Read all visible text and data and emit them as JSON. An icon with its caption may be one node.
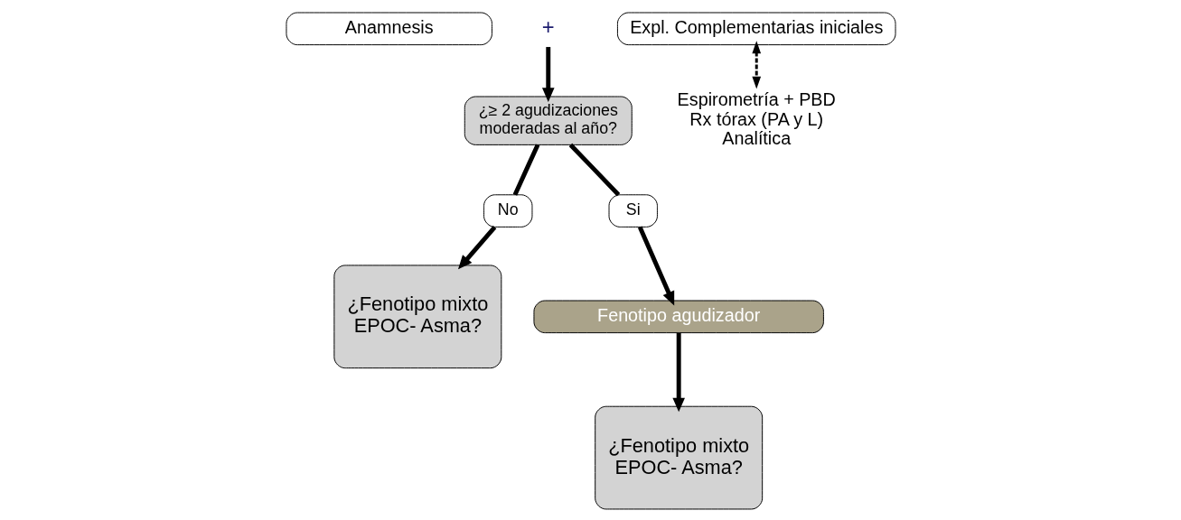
{
  "diagram": {
    "nodes": [
      {
        "text": [
          "Anamnesis"
        ]
      },
      {
        "text": [
          "+"
        ]
      },
      {
        "text": [
          "Expl. Complementarias iniciales"
        ]
      },
      {
        "text": [
          "Espirometría + PBD",
          "Rx tórax (PA y L)",
          "Analítica"
        ]
      },
      {
        "text": [
          "¿≥ 2 agudizaciones moderadas al año?"
        ]
      },
      {
        "text": [
          "No"
        ]
      },
      {
        "text": [
          "Si"
        ]
      },
      {
        "text": [
          "Fenotipo agudizador"
        ]
      },
      {
        "text": [
          "¿Fenotipo mixto EPOC- Asma?"
        ]
      },
      {
        "text": [
          "¿Fenotipo mixto EPOC- Asma?"
        ]
      }
    ],
    "edges": [
      {
        "from": 1,
        "to": 4,
        "arrow": "to"
      },
      {
        "from": 2,
        "to": 3,
        "arrow": "both",
        "style": "dashed"
      },
      {
        "from": 4,
        "to": 5,
        "arrow": "none"
      },
      {
        "from": 4,
        "to": 6,
        "arrow": "none"
      },
      {
        "from": 5,
        "to": 8,
        "arrow": "to"
      },
      {
        "from": 6,
        "to": 7,
        "arrow": "to"
      },
      {
        "from": 7,
        "to": 9,
        "arrow": "to"
      }
    ]
  }
}
